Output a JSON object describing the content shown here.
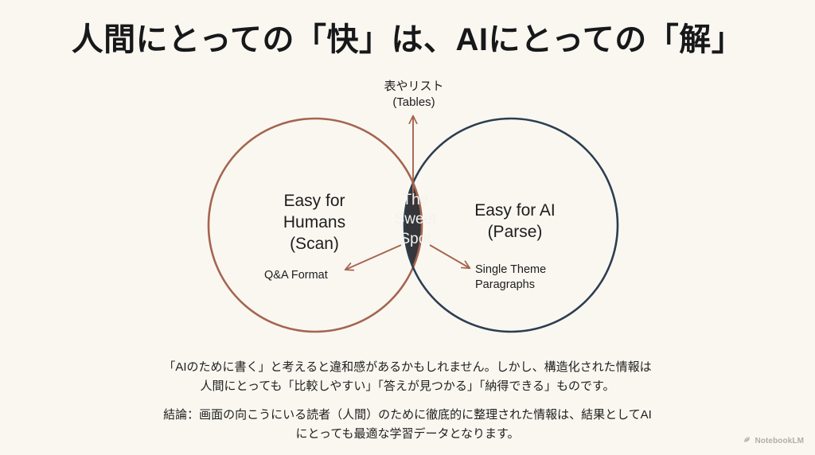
{
  "slide": {
    "title": "人間にとっての「快」は、AIにとっての「解」",
    "background_color": "#FAF7F1"
  },
  "venn": {
    "left_circle": {
      "label_line1": "Easy for",
      "label_line2": "Humans",
      "label_line3": "(Scan)",
      "stroke_color": "#A5654F"
    },
    "right_circle": {
      "label_line1": "Easy for AI",
      "label_line2": "(Parse)",
      "stroke_color": "#2C3E50"
    },
    "intersection": {
      "label_line1": "The",
      "label_line2": "Sweet",
      "label_line3": "Spot",
      "fill_color": "#34363A",
      "text_color": "#F4F2EE"
    },
    "callouts": [
      {
        "name": "tables",
        "line1": "表やリスト",
        "line2": "(Tables)",
        "arrow": "up",
        "arrow_color": "#A5654F"
      },
      {
        "name": "qa-format",
        "line1": "Q&A Format",
        "line2": "",
        "arrow": "down-left",
        "arrow_color": "#A5654F"
      },
      {
        "name": "single-theme-paragraphs",
        "line1": "Single Theme",
        "line2": "Paragraphs",
        "arrow": "down-right",
        "arrow_color": "#A5654F"
      }
    ]
  },
  "body": {
    "paragraph_line1": "「AIのために書く」と考えると違和感があるかもしれません。しかし、構造化された情報は",
    "paragraph_line2": "人間にとっても「比較しやすい」「答えが見つかる」「納得できる」ものです。",
    "conclusion_line1": "結論：画面の向こうにいる読者（人間）のために徹底的に整理された情報は、結果としてAI",
    "conclusion_line2": "にとっても最適な学習データとなります。"
  },
  "watermark": {
    "label": "NotebookLM",
    "icon": "notebooklm-icon"
  }
}
